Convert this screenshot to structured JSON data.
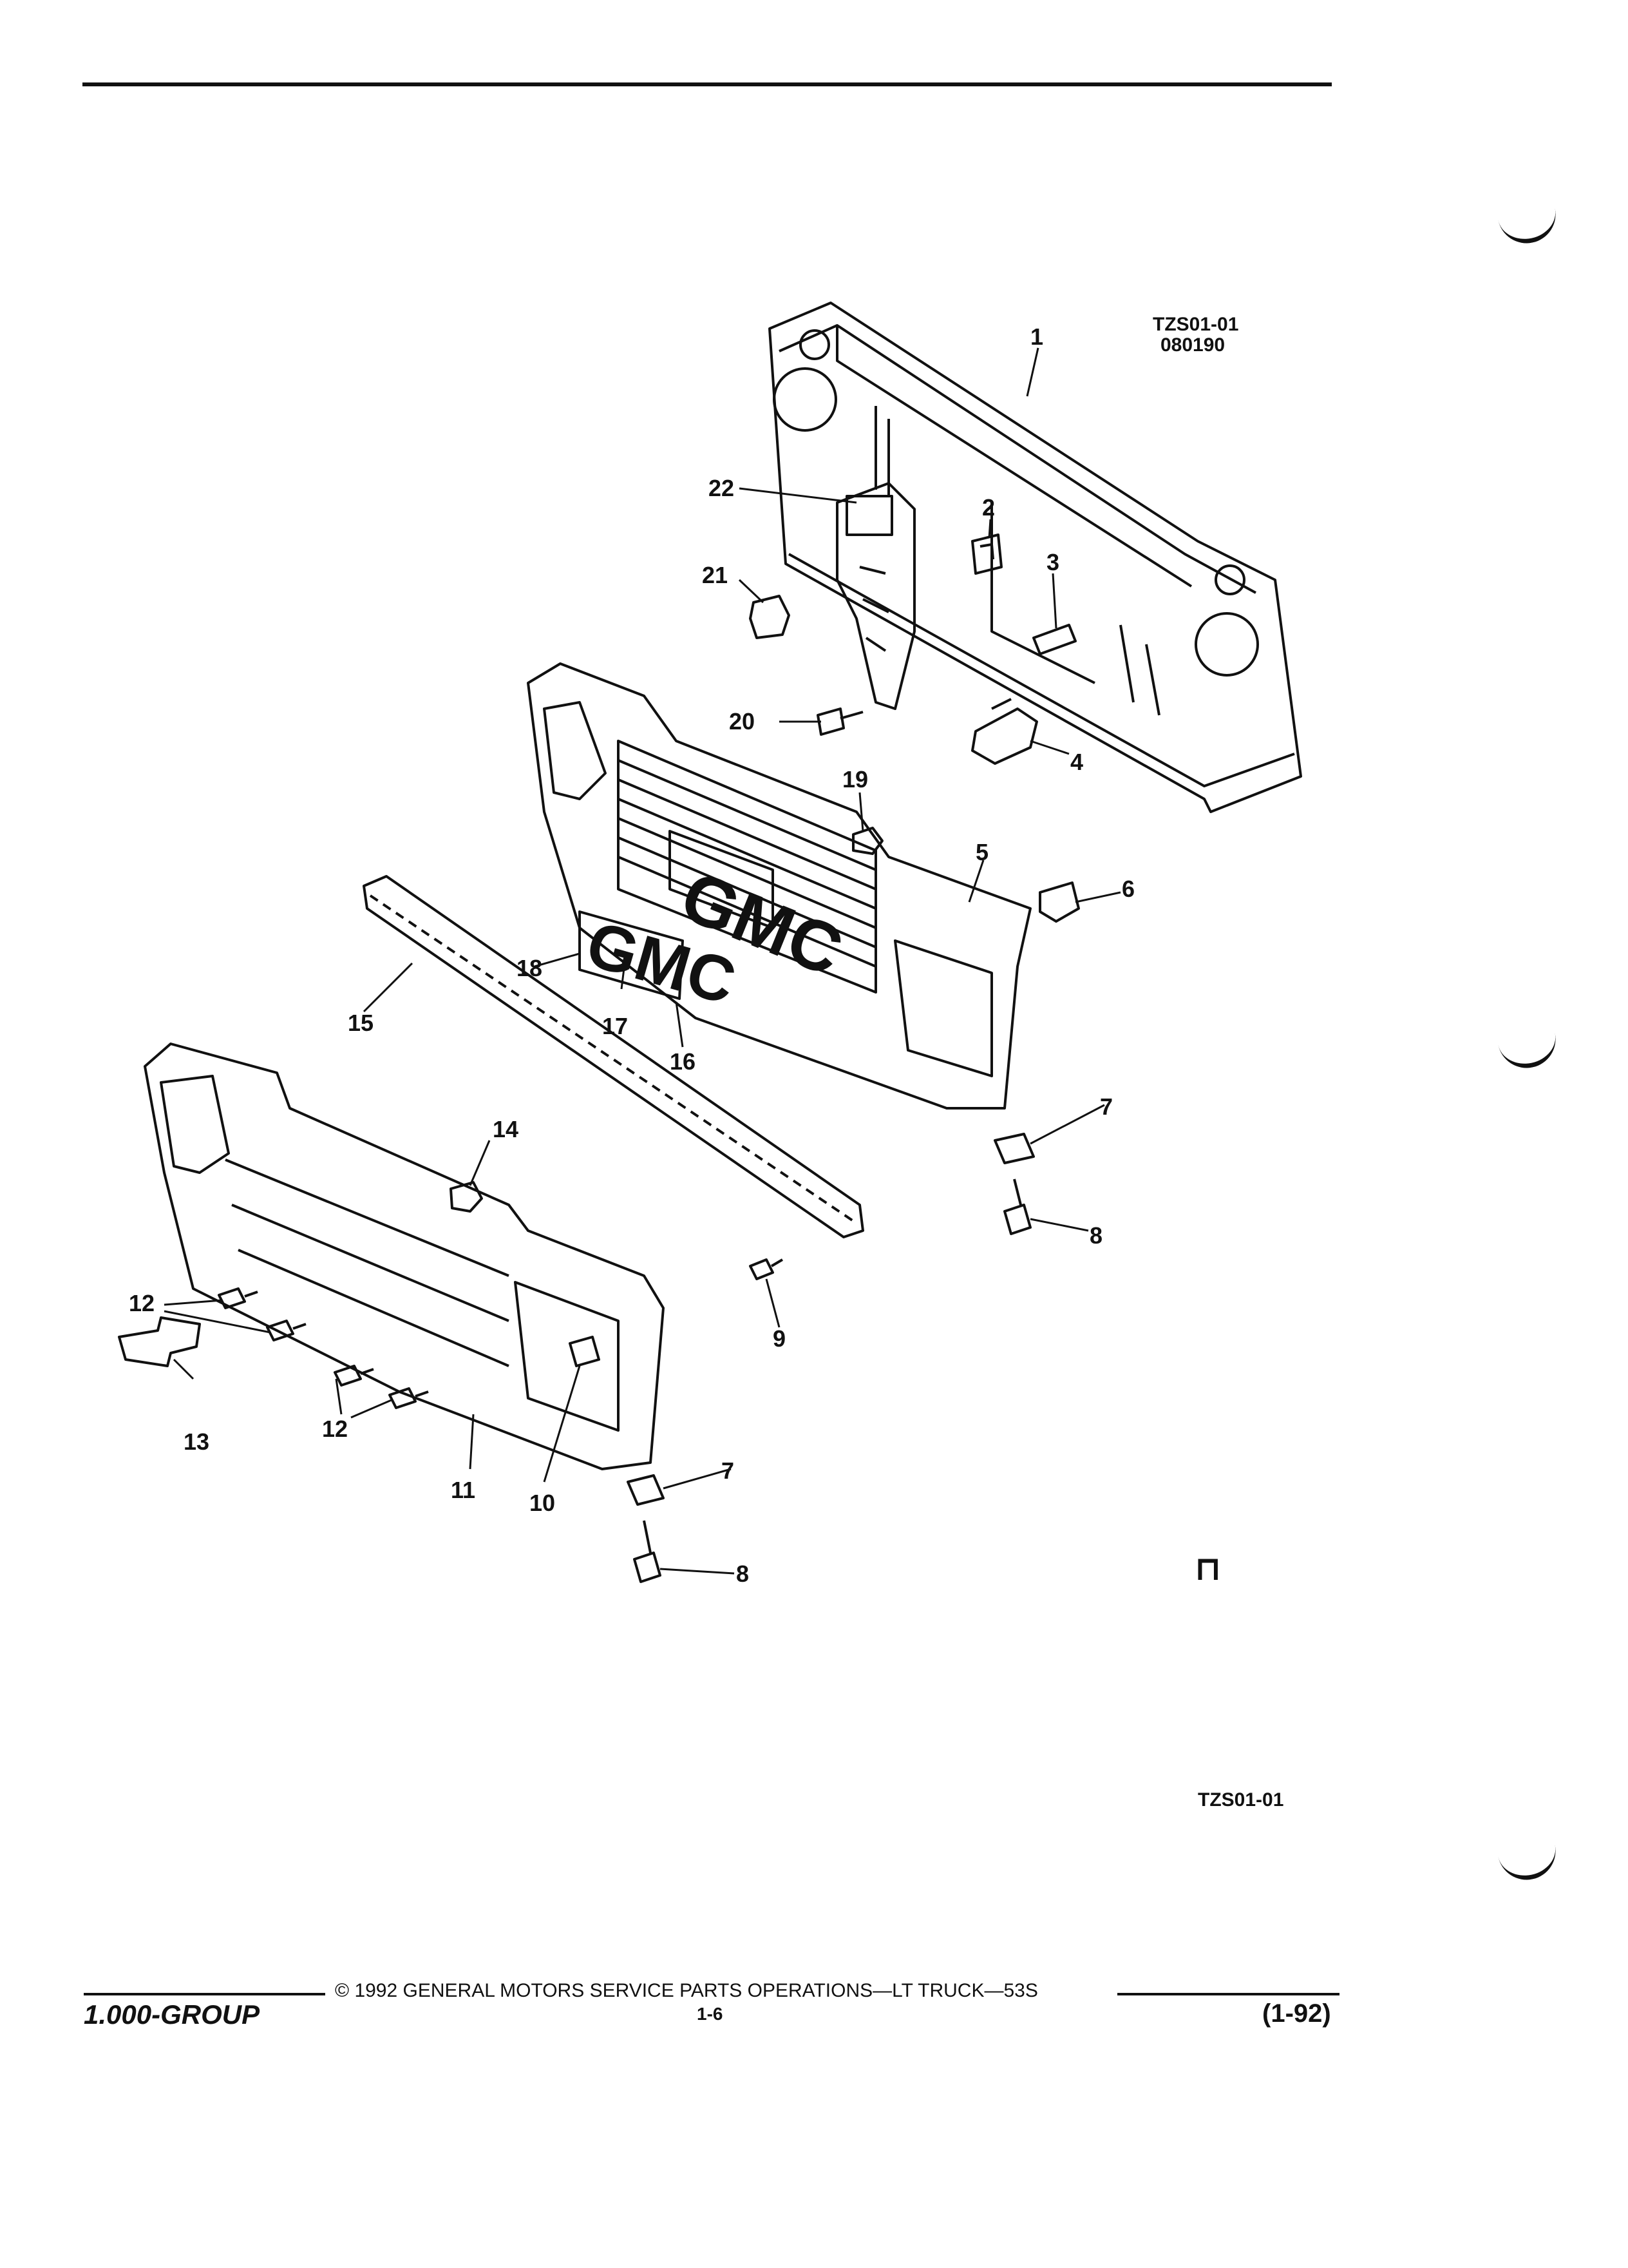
{
  "header": {
    "drawing_code": "TZS01-01",
    "drawing_date": "080190"
  },
  "callouts": [
    {
      "id": "c1",
      "label": "1"
    },
    {
      "id": "c2",
      "label": "2"
    },
    {
      "id": "c3",
      "label": "3"
    },
    {
      "id": "c4",
      "label": "4"
    },
    {
      "id": "c5",
      "label": "5"
    },
    {
      "id": "c6",
      "label": "6"
    },
    {
      "id": "c7a",
      "label": "7"
    },
    {
      "id": "c8a",
      "label": "8"
    },
    {
      "id": "c9",
      "label": "9"
    },
    {
      "id": "c10",
      "label": "10"
    },
    {
      "id": "c11",
      "label": "11"
    },
    {
      "id": "c12a",
      "label": "12"
    },
    {
      "id": "c12b",
      "label": "12"
    },
    {
      "id": "c13",
      "label": "13"
    },
    {
      "id": "c14",
      "label": "14"
    },
    {
      "id": "c15",
      "label": "15"
    },
    {
      "id": "c16",
      "label": "16"
    },
    {
      "id": "c17",
      "label": "17"
    },
    {
      "id": "c18",
      "label": "18"
    },
    {
      "id": "c19",
      "label": "19"
    },
    {
      "id": "c20",
      "label": "20"
    },
    {
      "id": "c21",
      "label": "21"
    },
    {
      "id": "c22",
      "label": "22"
    },
    {
      "id": "c7b",
      "label": "7"
    },
    {
      "id": "c8b",
      "label": "8"
    }
  ],
  "emblem_text": "GMC",
  "bottom_code": "TZS01-01",
  "footer": {
    "copyright": "© 1992 GENERAL MOTORS SERVICE PARTS OPERATIONS—LT TRUCK—53S",
    "group": "1.000-GROUP",
    "page": "1-6",
    "date": "(1-92)"
  }
}
